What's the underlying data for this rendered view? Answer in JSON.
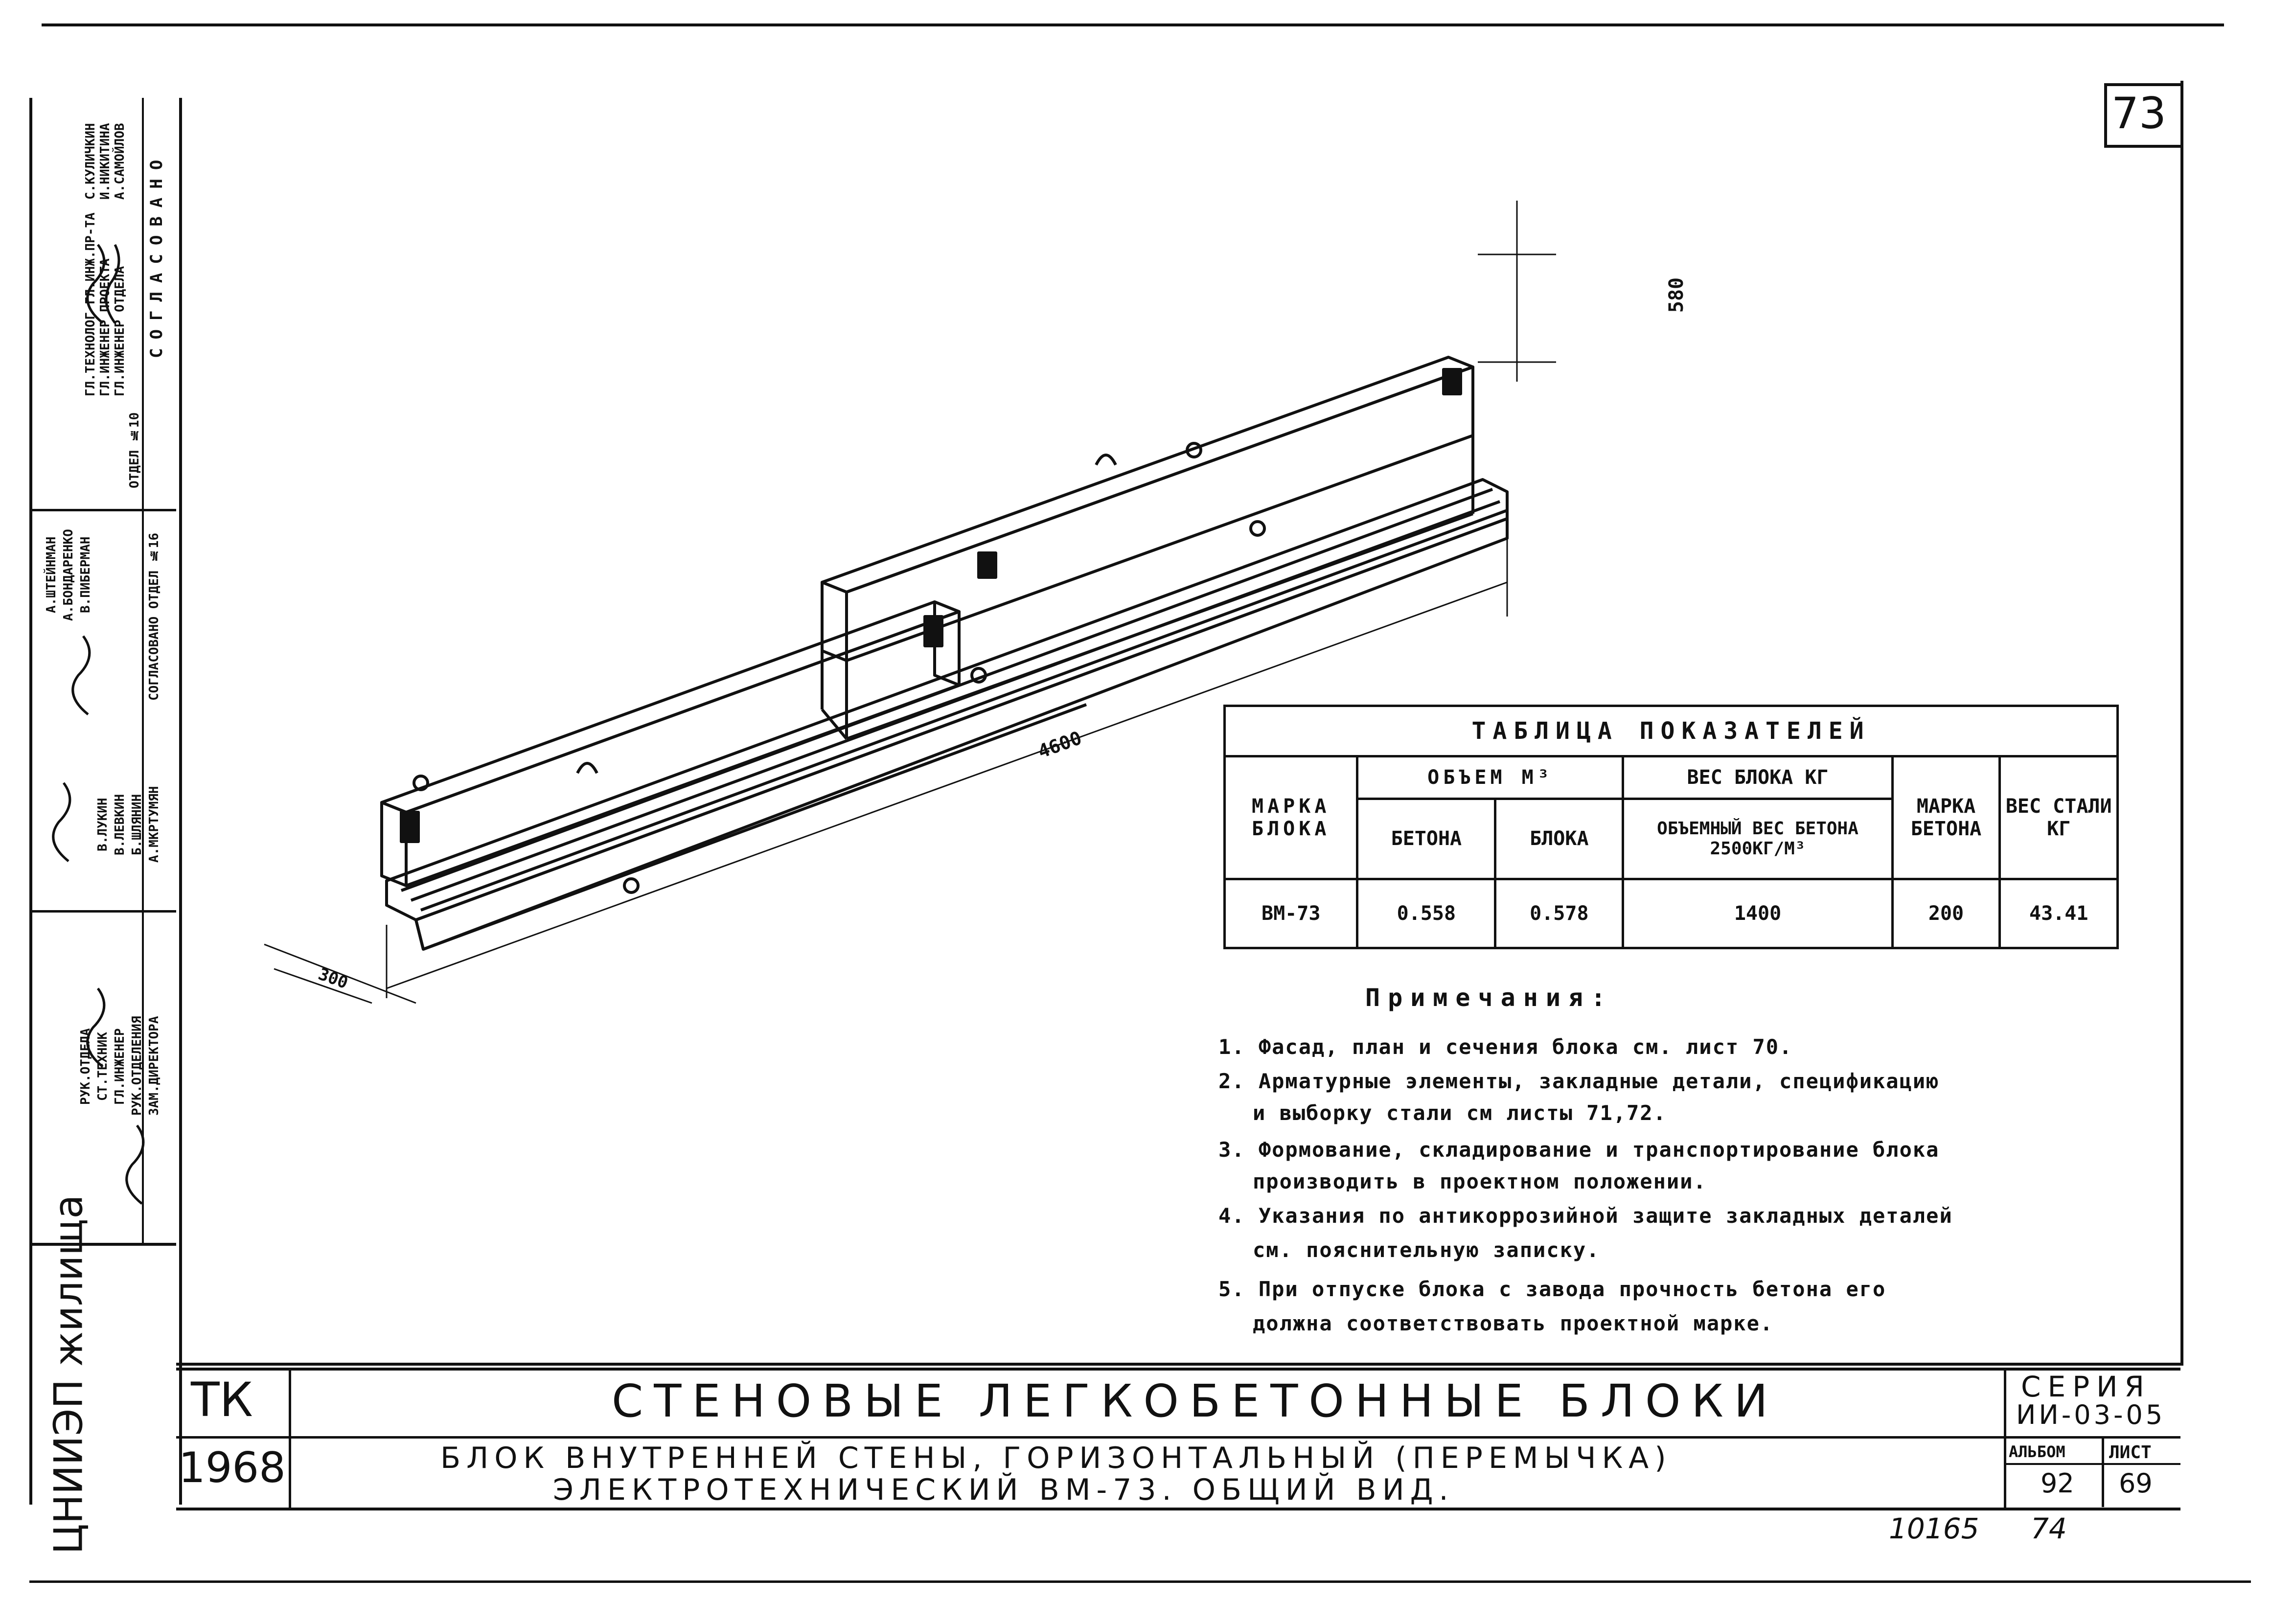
{
  "sheet": {
    "corner_number": "73",
    "dimensions": {
      "height": "580",
      "length": "4600",
      "width": "300"
    }
  },
  "table": {
    "title": "ТАБЛИЦА ПОКАЗАТЕЛЕЙ",
    "headers": {
      "mark": "МАРКА БЛОКА",
      "volume": "ОБЪЕМ М³",
      "volume_concrete": "БЕТОНА",
      "volume_block": "БЛОКА",
      "weight": "ВЕС БЛОКА КГ",
      "weight_sub": "ОБЪЕМНЫЙ ВЕС БЕТОНА 2500КГ/М³",
      "concrete_mark": "МАРКА БЕТОНА",
      "steel": "ВЕС СТАЛИ КГ"
    },
    "row": {
      "mark": "ВМ-73",
      "vol_concrete": "0.558",
      "vol_block": "0.578",
      "weight": "1400",
      "concrete": "200",
      "steel": "43.41"
    }
  },
  "notes": {
    "title": "Примечания:",
    "n1": "1. Фасад, план и сечения блока см. лист 70.",
    "n2a": "2. Арматурные элементы, закладные детали, спецификацию",
    "n2b": "и выборку стали см листы 71,72.",
    "n3a": "3. Формование, складирование и транспортирование блока",
    "n3b": "производить в проектном положении.",
    "n4a": "4. Указания по антикоррозийной защите закладных деталей",
    "n4b": "см. пояснительную записку.",
    "n5a": "5. При отпуске блока с завода прочность бетона его",
    "n5b": "должна соответствовать проектной марке."
  },
  "title_block": {
    "org": "ЦНИИЭП жилища",
    "tk": "ТК",
    "year": "1968",
    "main_title": "СТЕНОВЫЕ ЛЕГКОБЕТОННЫЕ БЛОКИ",
    "sub1": "БЛОК ВНУТРЕННЕЙ СТЕНЫ, ГОРИЗОНТАЛЬНЫЙ (ПЕРЕМЫЧКА)",
    "sub2": "ЭЛЕКТРОТЕХНИЧЕСКИЙ ВМ-73. ОБЩИЙ ВИД.",
    "series_label": "СЕРИЯ",
    "series_value": "ИИ-03-05",
    "album_label": "АЛЬБОМ",
    "album_value": "92",
    "sheet_label": "ЛИСТ",
    "sheet_value": "69",
    "stamp_number": "10165",
    "stamp_page": "74"
  },
  "side_stamp": {
    "header": "СОГЛАСОВАНО",
    "otdel": "ОТДЕЛ №10",
    "c1": "ГЛ.ИНЖЕНЕР ОТДЕЛА",
    "c2": "ГЛ.ИНЖЕНЕР ПРОЕКТА",
    "c3": "ГЛ.ТЕХНОЛОГ ГЛ.ИНЖ.ПР-ТА",
    "n1": "А.САМОЙЛОВ",
    "n2": "И.НИКИТИНА",
    "n3": "С.КУЛИЧКИН",
    "otdel16": "СОГЛАСОВАНО ОТДЕЛ №16",
    "r1": "ЗАМ.ДИРЕКТОРА",
    "r2": "РУК.ОТДЕЛЕНИЯ",
    "r3": "ГЛ.ИНЖЕНЕР",
    "r4": "СТ.ТЕХНИК",
    "r5": "РУК.ОТДЕЛА",
    "p1": "А.МКРТУМЯН",
    "p2": "Б.ШЛЯНИН",
    "p3": "В.ЛЕВКИН",
    "p4": "В.ЛУКИН",
    "p5": "В.ПИБЕРМАН",
    "p6": "А.БОНДАРЕНКО",
    "p7": "А.ШТЕЙНМАН"
  }
}
